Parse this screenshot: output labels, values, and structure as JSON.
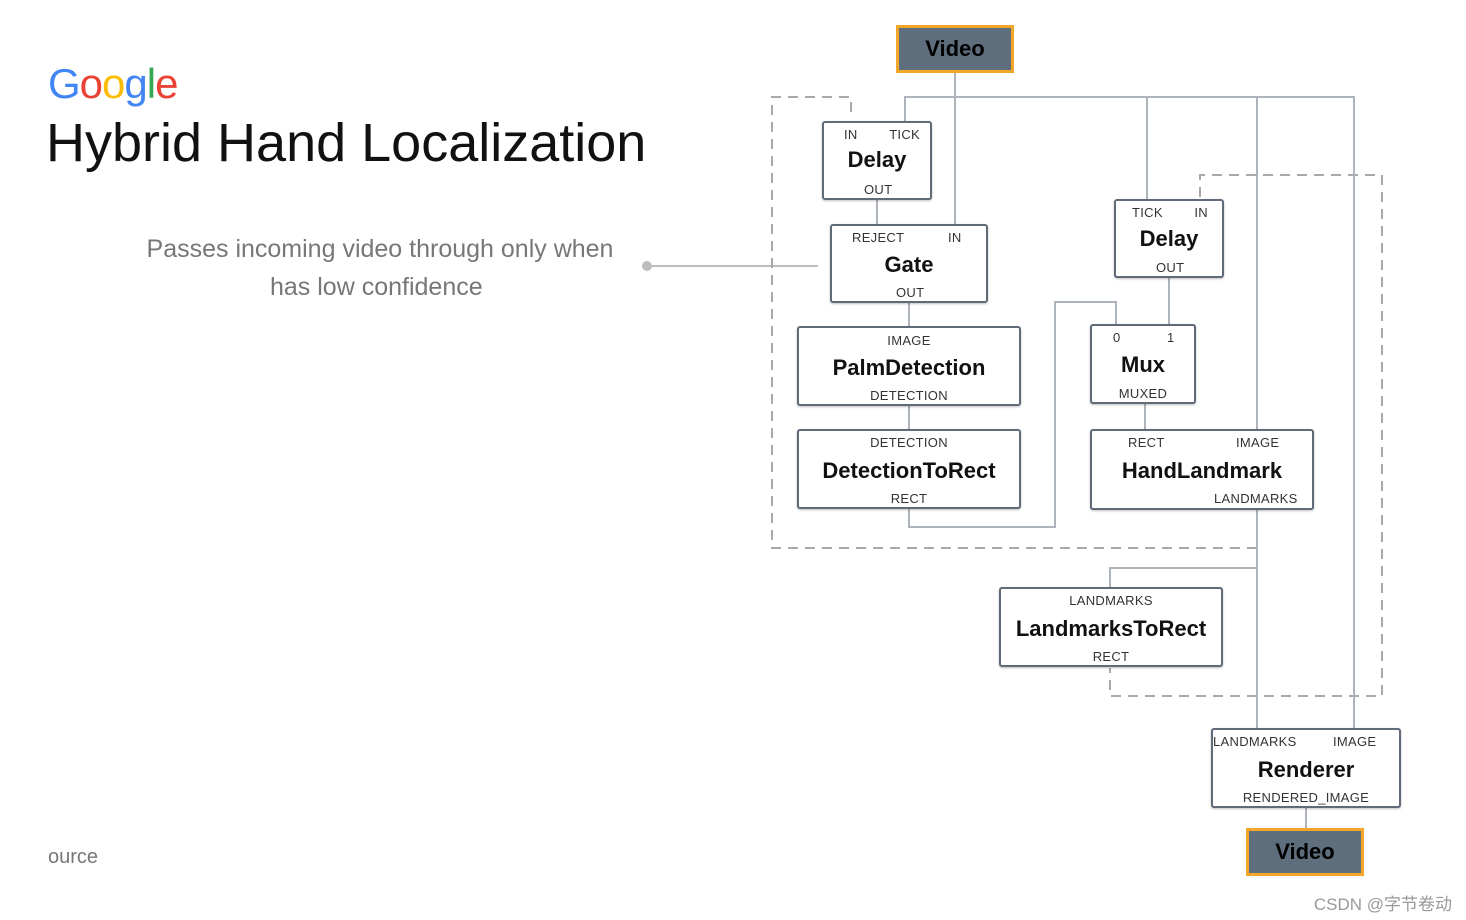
{
  "logo": {
    "letters": [
      "G",
      "o",
      "o",
      "g",
      "l",
      "e"
    ],
    "colors": [
      "#4285F4",
      "#EA4335",
      "#FBBC05",
      "#4285F4",
      "#34A853",
      "#EA4335"
    ]
  },
  "title": "Hybrid Hand Localization",
  "callout": {
    "line1": "Passes incoming video through only when",
    "line2": "has low confidence"
  },
  "source": "ource",
  "watermark": "CSDN @字节卷动",
  "nodes": {
    "video_in": {
      "name": "Video"
    },
    "delay1": {
      "in_port": "IN",
      "tick_port": "TICK",
      "name": "Delay",
      "out_port": "OUT"
    },
    "gate": {
      "reject_port": "REJECT",
      "in_port": "IN",
      "name": "Gate",
      "out_port": "OUT"
    },
    "palm": {
      "in_port": "IMAGE",
      "name": "PalmDetection",
      "out_port": "DETECTION"
    },
    "d2r": {
      "in_port": "DETECTION",
      "name": "DetectionToRect",
      "out_port": "RECT"
    },
    "delay2": {
      "tick_port": "TICK",
      "in_port": "IN",
      "name": "Delay",
      "out_port": "OUT"
    },
    "mux": {
      "port0": "0",
      "port1": "1",
      "name": "Mux",
      "out_port": "MUXED"
    },
    "hand": {
      "rect_port": "RECT",
      "image_port": "IMAGE",
      "name": "HandLandmark",
      "out_port": "LANDMARKS"
    },
    "l2r": {
      "in_port": "LANDMARKS",
      "name": "LandmarksToRect",
      "out_port": "RECT"
    },
    "renderer": {
      "lm_port": "LANDMARKS",
      "image_port": "IMAGE",
      "name": "Renderer",
      "out_port": "RENDERED_IMAGE"
    },
    "video_out": {
      "name": "Video"
    }
  }
}
